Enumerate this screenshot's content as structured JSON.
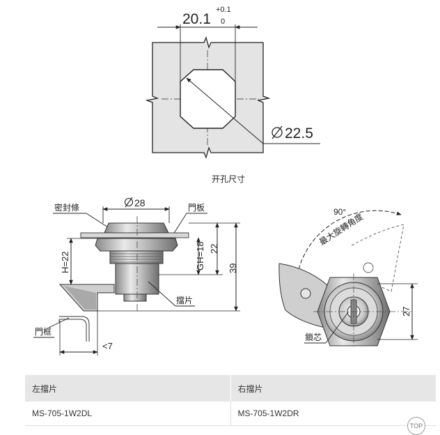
{
  "cutout": {
    "width_value": "20.1",
    "tol_upper": "+0.1",
    "tol_lower": "0",
    "diameter": "22.5",
    "caption": "开孔尺寸"
  },
  "side_view": {
    "flange_diameter": "28",
    "seal_label": "密封條",
    "panel_label": "門板",
    "h_label": "H=22",
    "gh_label": "GH=18",
    "dim_22": "22",
    "dim_39": "39",
    "cam_label": "擋片",
    "frame_label": "門框",
    "gap_label": "<7"
  },
  "front_view": {
    "angle_label": "90°",
    "rotation_label": "最大旋轉角度",
    "dim_27": "27",
    "core_label": "鎖芯"
  },
  "table": {
    "headers": [
      "左擋片",
      "右擋片"
    ],
    "rows": [
      [
        "MS-705-1W2DL",
        "MS-705-1W2DR"
      ]
    ]
  },
  "top_button": "TOP"
}
